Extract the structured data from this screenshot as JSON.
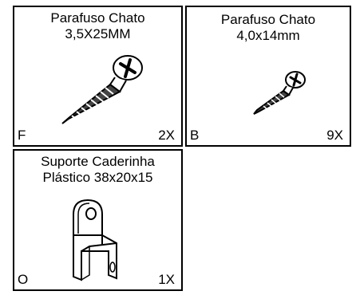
{
  "parts": [
    {
      "title_line1": "Parafuso Chato",
      "title_line2": "3,5X25MM",
      "code": "F",
      "quantity": "2X",
      "icon": "screw-large-icon"
    },
    {
      "title_line1": "Parafuso Chato",
      "title_line2": "4,0x14mm",
      "code": "B",
      "quantity": "9X",
      "icon": "screw-small-icon"
    },
    {
      "title_line1": "Suporte Caderinha",
      "title_line2": "Plástico 38x20x15",
      "code": "O",
      "quantity": "1X",
      "icon": "plastic-bracket-icon"
    }
  ]
}
